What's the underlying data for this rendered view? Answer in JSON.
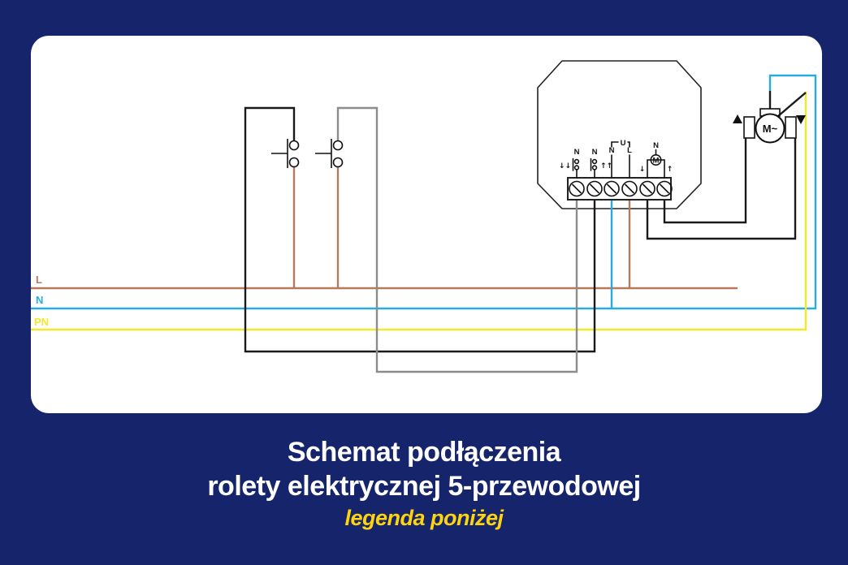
{
  "page": {
    "background_color": "#15246b",
    "panel_color": "#ffffff"
  },
  "title": {
    "line1": "Schemat podłączenia",
    "line2": "rolety elektrycznej 5-przewodowej",
    "legend_note": "legenda poniżej",
    "text_color": "#ffffff",
    "legend_color": "#fdd40e"
  },
  "power_lines": {
    "l": {
      "label": "L",
      "color": "#b5795c"
    },
    "n": {
      "label": "N",
      "color": "#29abe2"
    },
    "pn": {
      "label": "PN",
      "color": "#f3e829"
    }
  },
  "module": {
    "terminals": [
      {
        "label": "N",
        "arrows": "↓↓"
      },
      {
        "label": "N",
        "arrows": "↑↑"
      },
      {
        "label": "N"
      },
      {
        "label": "L"
      },
      {
        "arrow": "↓"
      },
      {
        "arrow": "↑"
      }
    ],
    "u_label": "U",
    "motor_terminal": {
      "label": "M",
      "neutral_label": "N"
    }
  },
  "motor": {
    "label": "M~"
  }
}
